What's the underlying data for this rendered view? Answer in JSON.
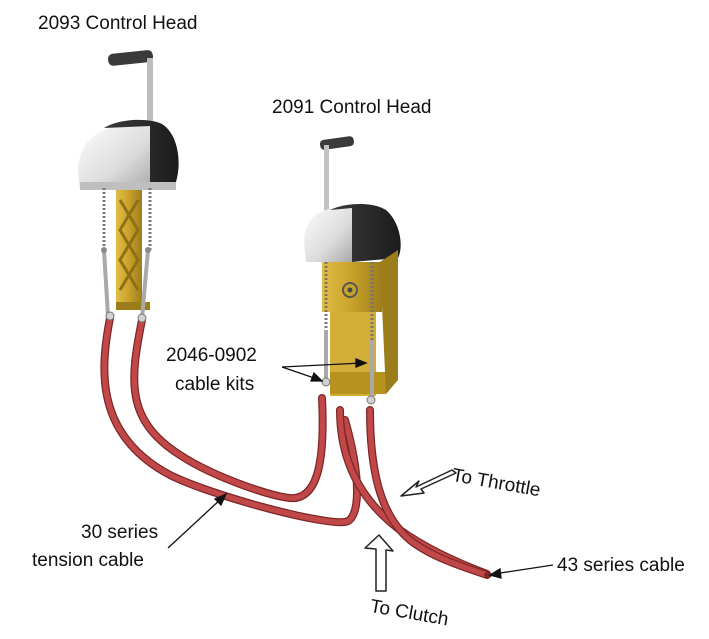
{
  "labels": {
    "head_2093": "2093 Control Head",
    "head_2091": "2091 Control Head",
    "kit_line1": "2046-0902",
    "kit_line2": "cable kits",
    "tension_line1": "30 series",
    "tension_line2": "tension cable",
    "series43": "43 series cable",
    "to_throttle": "To Throttle",
    "to_clutch": "To Clutch"
  },
  "colors": {
    "cable": "#b84040",
    "cable_highlight": "#d97070",
    "frame_gold": "#c9a22a",
    "frame_gold_dark": "#8f7015",
    "cover_silver": "#e9e9e9",
    "cover_black": "#2b2b2b",
    "rod_steel": "#a9a9a9",
    "arrow_outline": "#222222"
  }
}
